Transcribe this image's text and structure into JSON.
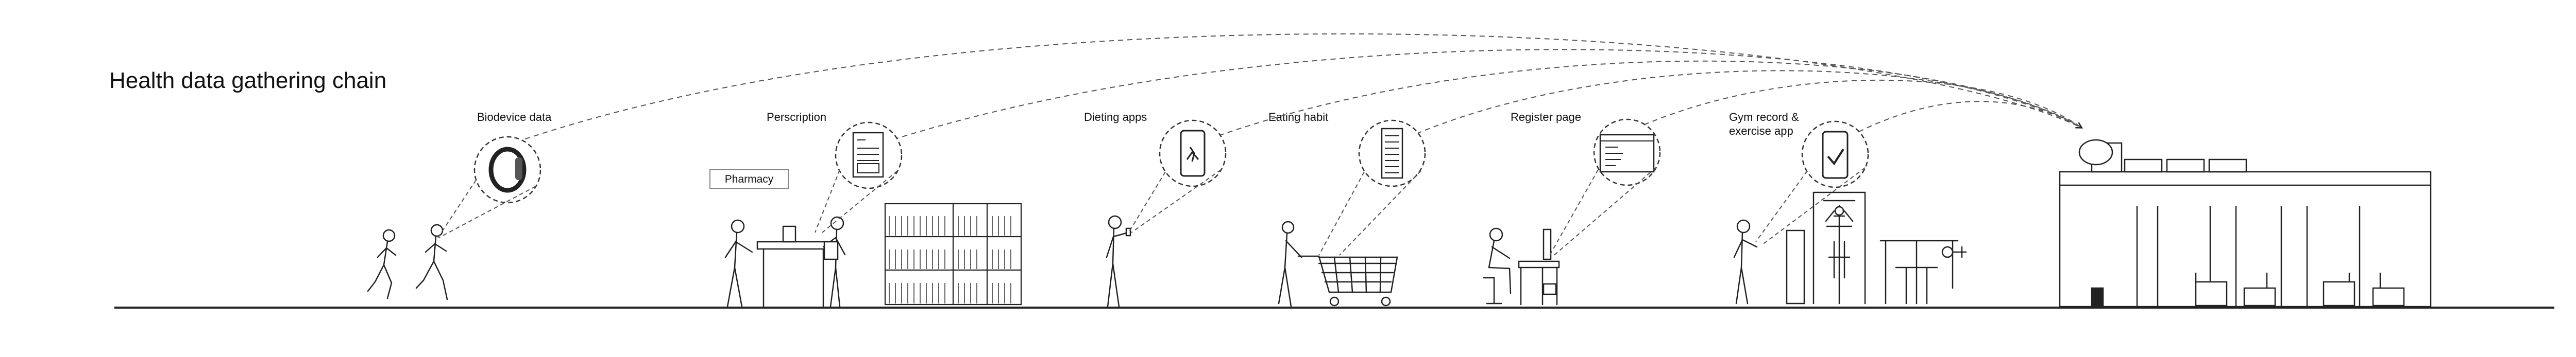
{
  "title": "Health data gathering chain",
  "stages": [
    {
      "label": "Biodevice data",
      "icon": "smart-band-icon"
    },
    {
      "label": "Perscription",
      "icon": "prescription-form-icon",
      "sign": "Pharmacy"
    },
    {
      "label": "Dieting apps",
      "icon": "phone-app-icon"
    },
    {
      "label": "Eating habit",
      "icon": "receipt-icon"
    },
    {
      "label": "Register page",
      "icon": "web-form-icon"
    },
    {
      "label": "Gym record &",
      "label_line2": "exercise app",
      "icon": "phone-checkmark-icon"
    }
  ],
  "destination": {
    "icon": "data-center-building-icon"
  },
  "colors": {
    "line": "#222222",
    "dash": "#555555",
    "background": "#ffffff"
  }
}
